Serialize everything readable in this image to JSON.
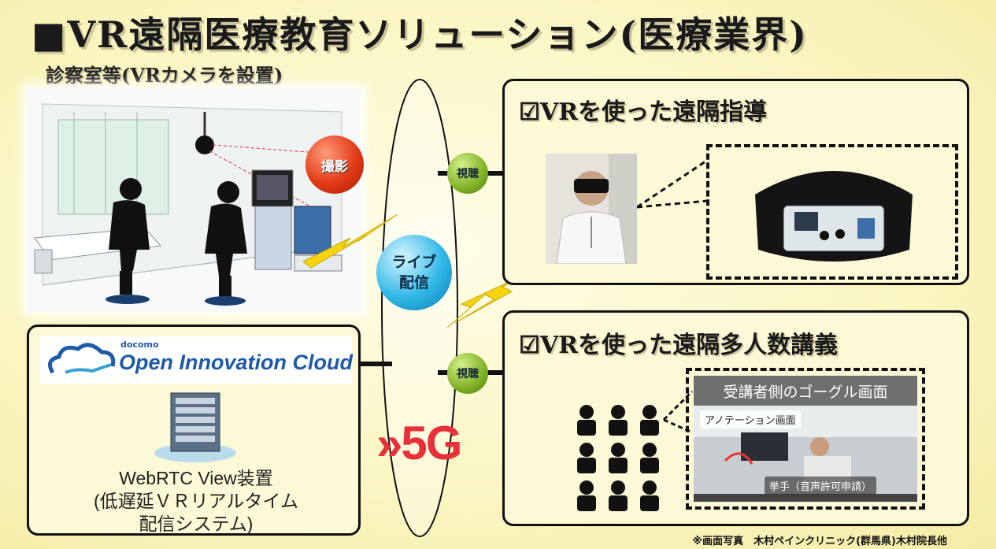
{
  "title": "■VR遠隔医療教育ソリューション(医療業界)",
  "clinic": {
    "label": "診察室等(VRカメラを設置)",
    "capture_badge": "撮影"
  },
  "hub": {
    "live_badge_line1": "ライブ",
    "live_badge_line2": "配信",
    "network": "5G",
    "network_prefix": "»"
  },
  "panel_guidance": {
    "title": "☑VRを使った遠隔指導",
    "view_badge": "視聴"
  },
  "panel_lecture": {
    "title": "☑VRを使った遠隔多人数講義",
    "view_badge": "視聴",
    "goggle_screen_label": "受講者側のゴーグル画面",
    "annotation_label": "アノテーション画面",
    "raise_hand_label": "挙手（音声許可申請）"
  },
  "cloud": {
    "brand_small": "docomo",
    "brand_name": "Open Innovation Cloud",
    "device_line1": "WebRTC View装置",
    "device_line2": "(低遅延ＶＲリアルタイム",
    "device_line3": "配信システム)"
  },
  "footnote": "※画面写真　木村ペインクリニック(群馬県)木村院長他",
  "colors": {
    "background": "#fbf6c4",
    "capture_red": "#e23a16",
    "view_green": "#7fb226",
    "live_blue": "#31b8e8",
    "fiveg_red": "#e8303a",
    "cloud_blue": "#1e5aa8",
    "lightning": "#f5d40f"
  }
}
